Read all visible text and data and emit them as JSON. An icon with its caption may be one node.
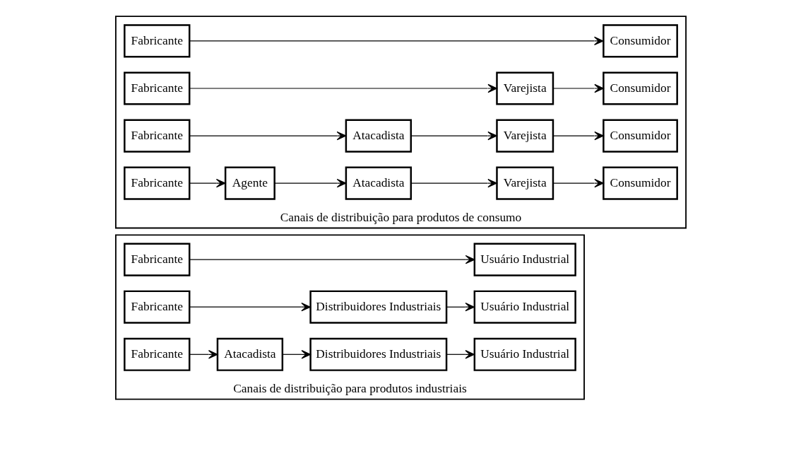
{
  "diagram": {
    "nodes": [
      {
        "text": [
          "Canais de distribuição para produtos de consumo"
        ]
      },
      {
        "text": [
          "Fabricante"
        ],
        "in": 0
      },
      {
        "text": [
          "Consumidor"
        ],
        "in": 0
      },
      {
        "text": [
          "Fabricante"
        ],
        "in": 0
      },
      {
        "text": [
          "Varejista"
        ],
        "in": 0
      },
      {
        "text": [
          "Consumidor"
        ],
        "in": 0
      },
      {
        "text": [
          "Fabricante"
        ],
        "in": 0
      },
      {
        "text": [
          "Atacadista"
        ],
        "in": 0
      },
      {
        "text": [
          "Varejista"
        ],
        "in": 0
      },
      {
        "text": [
          "Consumidor"
        ],
        "in": 0
      },
      {
        "text": [
          "Fabricante"
        ],
        "in": 0
      },
      {
        "text": [
          "Agente"
        ],
        "in": 0
      },
      {
        "text": [
          "Atacadista"
        ],
        "in": 0
      },
      {
        "text": [
          "Varejista"
        ],
        "in": 0
      },
      {
        "text": [
          "Consumidor"
        ],
        "in": 0
      },
      {
        "text": [
          "Canais de distribuição para produtos industriais"
        ]
      },
      {
        "text": [
          "Fabricante"
        ],
        "in": 15
      },
      {
        "text": [
          "Usuário Industrial"
        ],
        "in": 15
      },
      {
        "text": [
          "Fabricante"
        ],
        "in": 15
      },
      {
        "text": [
          "Distribuidores Industriais"
        ],
        "in": 15
      },
      {
        "text": [
          "Usuário Industrial"
        ],
        "in": 15
      },
      {
        "text": [
          "Fabricante"
        ],
        "in": 15
      },
      {
        "text": [
          "Atacadista"
        ],
        "in": 15
      },
      {
        "text": [
          "Distribuidores Industriais"
        ],
        "in": 15
      },
      {
        "text": [
          "Usuário Industrial"
        ],
        "in": 15
      }
    ],
    "edges": [
      {
        "from": 1,
        "to": 2,
        "arrow": "to"
      },
      {
        "from": 3,
        "to": 4,
        "arrow": "to"
      },
      {
        "from": 4,
        "to": 5,
        "arrow": "to"
      },
      {
        "from": 6,
        "to": 7,
        "arrow": "to"
      },
      {
        "from": 7,
        "to": 8,
        "arrow": "to"
      },
      {
        "from": 8,
        "to": 9,
        "arrow": "to"
      },
      {
        "from": 10,
        "to": 11,
        "arrow": "to"
      },
      {
        "from": 11,
        "to": 12,
        "arrow": "to"
      },
      {
        "from": 12,
        "to": 13,
        "arrow": "to"
      },
      {
        "from": 13,
        "to": 14,
        "arrow": "to"
      },
      {
        "from": 16,
        "to": 17,
        "arrow": "to"
      },
      {
        "from": 18,
        "to": 19,
        "arrow": "to"
      },
      {
        "from": 19,
        "to": 20,
        "arrow": "to"
      },
      {
        "from": 21,
        "to": 22,
        "arrow": "to"
      },
      {
        "from": 22,
        "to": 23,
        "arrow": "to"
      },
      {
        "from": 23,
        "to": 24,
        "arrow": "to"
      }
    ]
  }
}
